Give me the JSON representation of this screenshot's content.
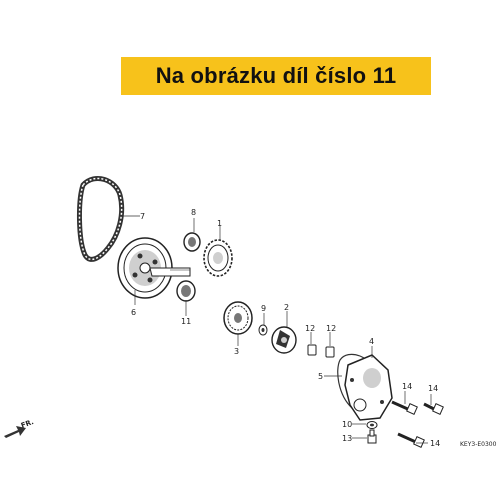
{
  "banner": {
    "text": "Na obrázku díl číslo 11"
  },
  "diagram": {
    "code": "KEY3-E0300",
    "direction_label": "FR.",
    "callouts": {
      "c1": "1",
      "c2": "2",
      "c3": "3",
      "c4": "4",
      "c5": "5",
      "c6": "6",
      "c7": "7",
      "c8": "8",
      "c9": "9",
      "c10": "10",
      "c11": "11",
      "c12a": "12",
      "c12b": "12",
      "c13": "13",
      "c14a": "14",
      "c14b": "14",
      "c14c": "14"
    }
  }
}
